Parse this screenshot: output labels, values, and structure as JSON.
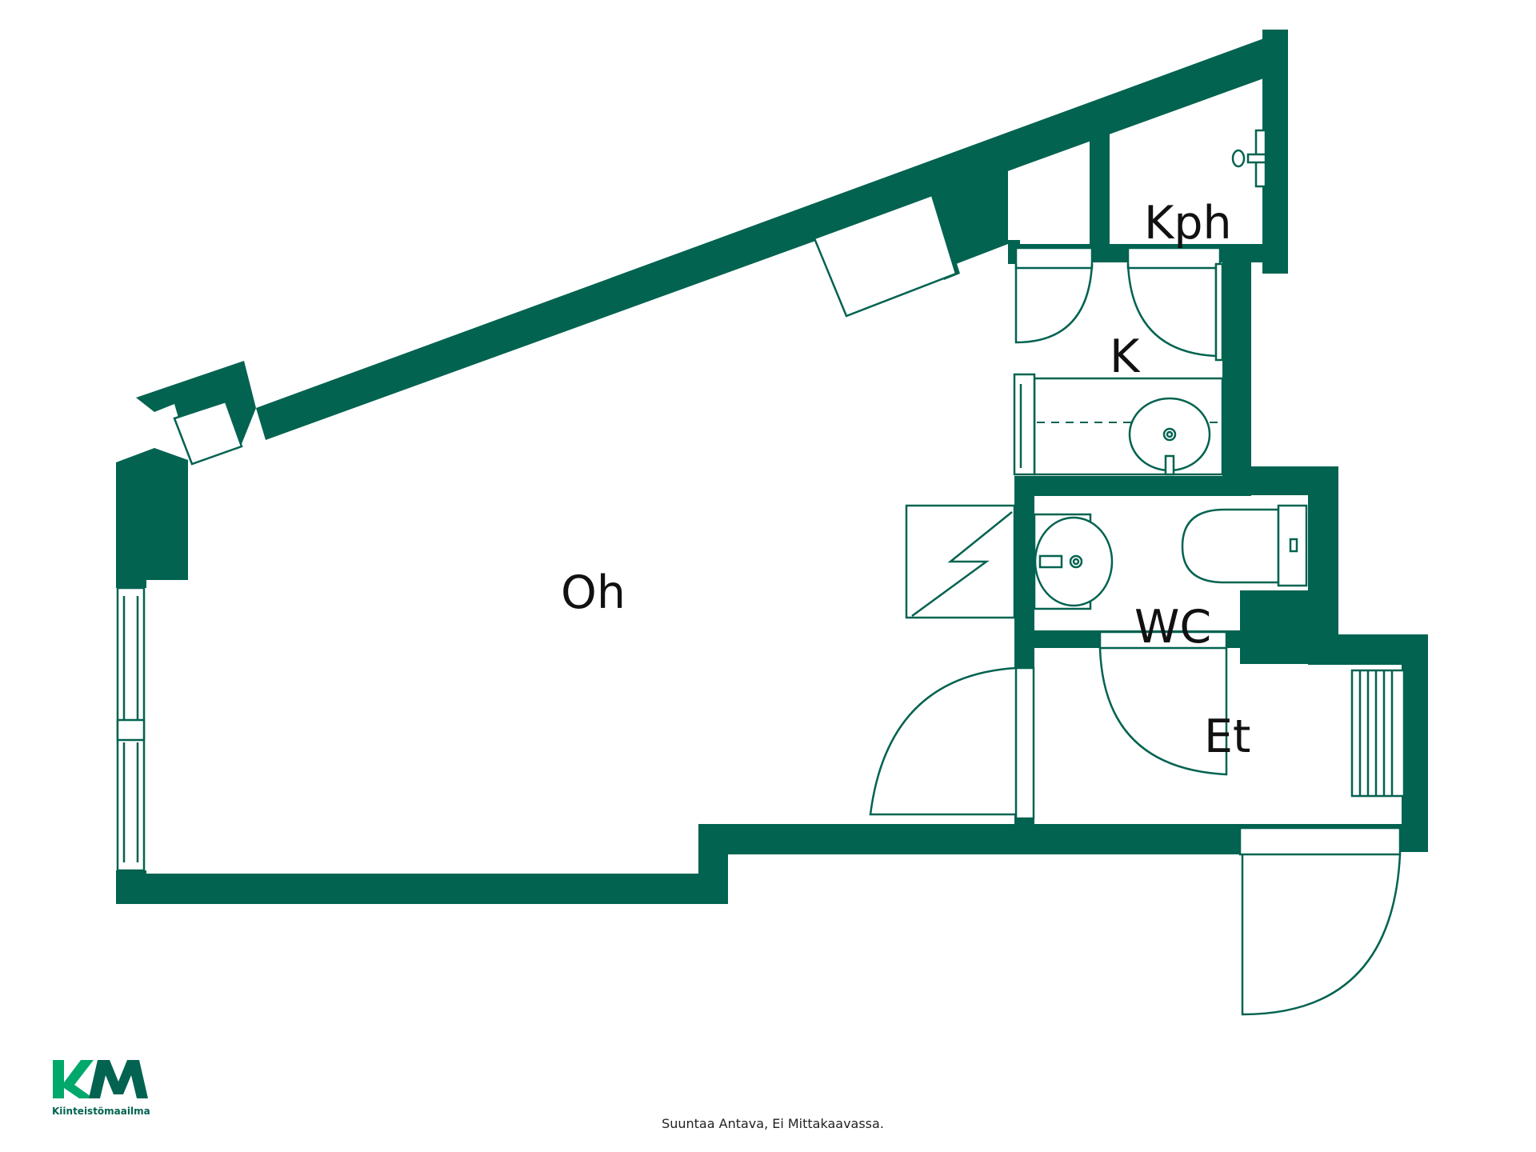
{
  "floorplan": {
    "rooms": {
      "living_room": "Oh",
      "kitchen": "K",
      "bathroom": "Kph",
      "toilet": "WC",
      "entrance": "Et"
    },
    "wall_color": "#026350"
  },
  "logo": {
    "mark": "KM",
    "name": "Kiinteistömaailma",
    "colors": {
      "k": "#00a86b",
      "m": "#026350"
    }
  },
  "footer": {
    "note": "Suuntaa Antava, Ei Mittakaavassa."
  }
}
